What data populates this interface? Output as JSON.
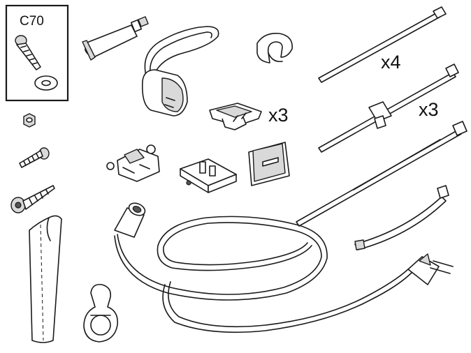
{
  "kit_box": {
    "label": "C70"
  },
  "quantities": {
    "cable_tie_long": "x4",
    "mount_clip": "x3",
    "cable_tie_anchor": "x3"
  }
}
